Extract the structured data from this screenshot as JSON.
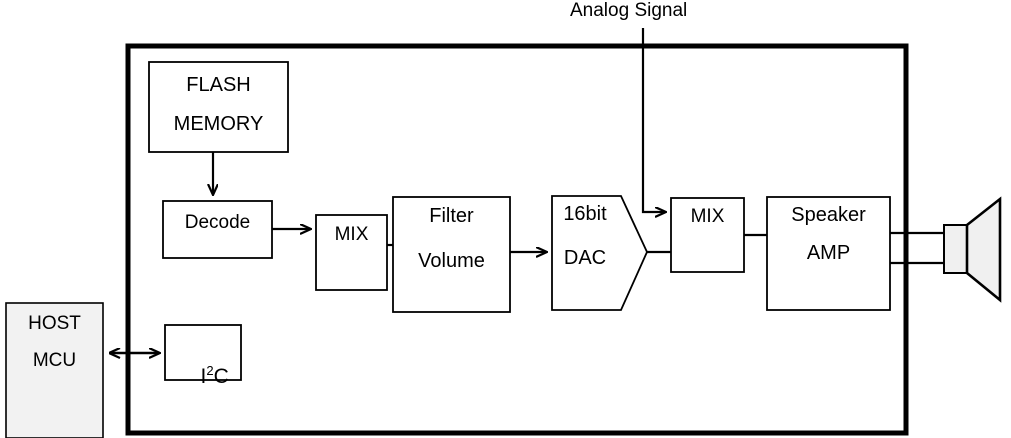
{
  "diagram": {
    "title_label": "Analog Signal",
    "colors": {
      "stroke": "#000000",
      "fill_white": "#ffffff",
      "fill_gray": "#f2f2f2"
    },
    "external_blocks": [
      {
        "id": "host-mcu",
        "line1": "HOST",
        "line2": "MCU"
      }
    ],
    "blocks": [
      {
        "id": "flash-memory",
        "line1": "FLASH",
        "line2": "MEMORY"
      },
      {
        "id": "decode",
        "line1": "Decode",
        "line2": ""
      },
      {
        "id": "mix-1",
        "line1": "MIX",
        "line2": ""
      },
      {
        "id": "filter-volume",
        "line1": "Filter",
        "line2": "Volume"
      },
      {
        "id": "dac",
        "line1": "16bit",
        "line2": "DAC"
      },
      {
        "id": "mix-2",
        "line1": "MIX",
        "line2": ""
      },
      {
        "id": "speaker-amp",
        "line1": "Speaker",
        "line2": "AMP"
      },
      {
        "id": "i2c",
        "line1": "I",
        "sup": "2",
        "line1b": "C"
      }
    ],
    "output_device": {
      "id": "speaker",
      "label": ""
    }
  }
}
